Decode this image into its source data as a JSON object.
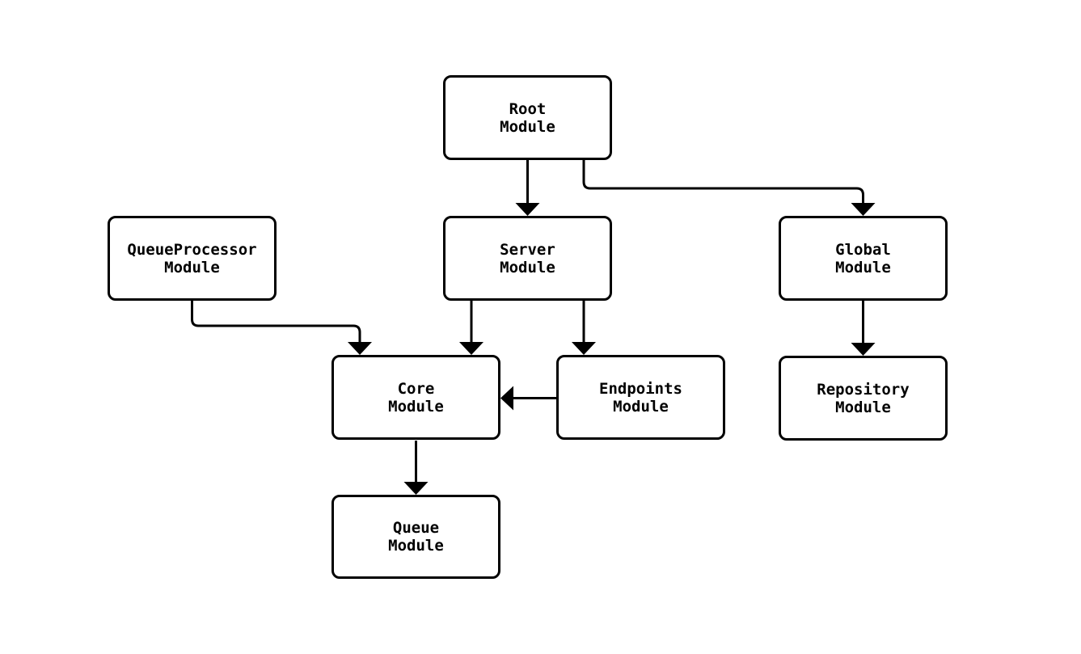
{
  "diagram": {
    "type": "flowchart",
    "background_color": "#ffffff",
    "line_color": "#000000",
    "text_color": "#000000",
    "nodes": {
      "root": {
        "label": "Root\nModule"
      },
      "queueprocessor": {
        "label": "QueueProcessor\nModule"
      },
      "server": {
        "label": "Server\nModule"
      },
      "global": {
        "label": "Global\nModule"
      },
      "core": {
        "label": "Core\nModule"
      },
      "endpoints": {
        "label": "Endpoints\nModule"
      },
      "repository": {
        "label": "Repository\nModule"
      },
      "queue": {
        "label": "Queue\nModule"
      }
    },
    "edges": [
      {
        "from": "Root Module",
        "to": "Server Module"
      },
      {
        "from": "Root Module",
        "to": "Global Module"
      },
      {
        "from": "QueueProcessor Module",
        "to": "Core Module"
      },
      {
        "from": "Server Module",
        "to": "Core Module"
      },
      {
        "from": "Server Module",
        "to": "Endpoints Module"
      },
      {
        "from": "Endpoints Module",
        "to": "Core Module"
      },
      {
        "from": "Global Module",
        "to": "Repository Module"
      },
      {
        "from": "Core Module",
        "to": "Queue Module"
      }
    ]
  }
}
